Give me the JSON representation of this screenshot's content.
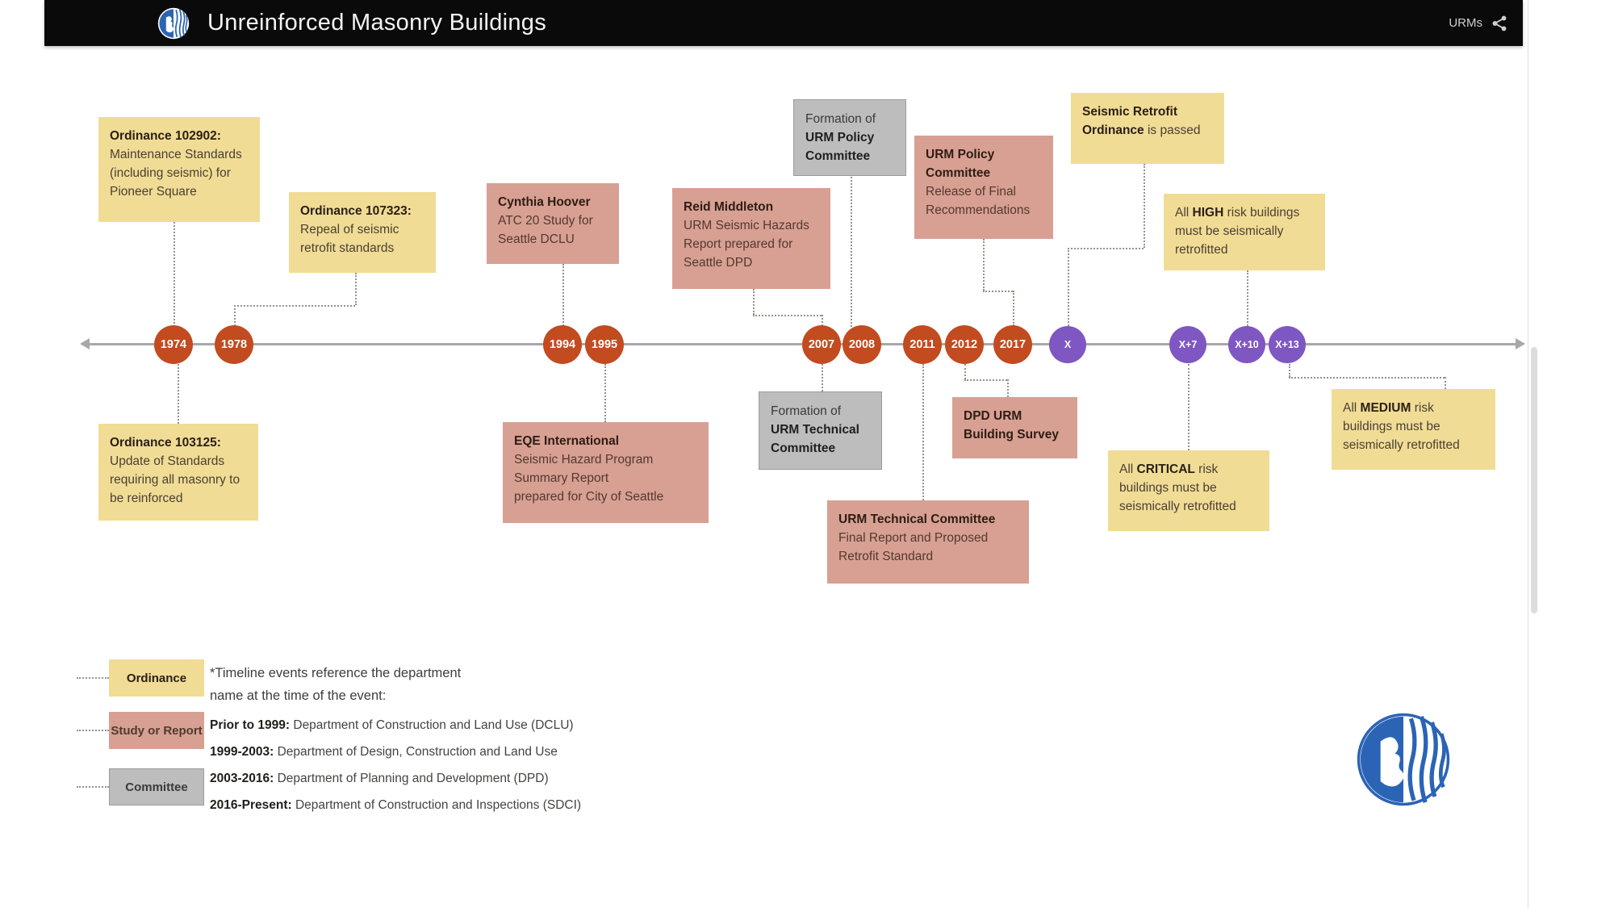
{
  "header": {
    "title": "Unreinforced Masonry Buildings",
    "right_label": "URMs",
    "bg_color": "#0a0a0a"
  },
  "colors": {
    "ordinance": "#f1dc95",
    "study_or_report": "#d7a093",
    "committee": "#bdbdbd",
    "year_node": "#c24b20",
    "future_node": "#7e57c2",
    "seattle_blue": "#2b64b5"
  },
  "timeline": {
    "nodes": [
      {
        "label": "1974",
        "type": "year"
      },
      {
        "label": "1978",
        "type": "year"
      },
      {
        "label": "1994",
        "type": "year"
      },
      {
        "label": "1995",
        "type": "year"
      },
      {
        "label": "2007",
        "type": "year"
      },
      {
        "label": "2008",
        "type": "year"
      },
      {
        "label": "2011",
        "type": "year"
      },
      {
        "label": "2012",
        "type": "year"
      },
      {
        "label": "2017",
        "type": "year"
      },
      {
        "label": "X",
        "type": "future"
      },
      {
        "label": "X+7",
        "type": "future"
      },
      {
        "label": "X+10",
        "type": "future"
      },
      {
        "label": "X+13",
        "type": "future"
      }
    ]
  },
  "events": {
    "ord102902": {
      "category": "ordinance",
      "segments": [
        {
          "t": "Ordinance 102902:",
          "b": true
        },
        {
          "t": "\nMaintenance Standards (including seismic) for Pioneer Square"
        }
      ]
    },
    "ord107323": {
      "category": "ordinance",
      "segments": [
        {
          "t": "Ordinance 107323:",
          "b": true
        },
        {
          "t": "\nRepeal of seismic retrofit standards"
        }
      ]
    },
    "hoover": {
      "category": "study",
      "segments": [
        {
          "t": "Cynthia Hoover",
          "b": true
        },
        {
          "t": "\nATC 20 Study for Seattle DCLU"
        }
      ]
    },
    "reid": {
      "category": "study",
      "segments": [
        {
          "t": "Reid Middleton",
          "b": true
        },
        {
          "t": "\nURM Seismic Hazards Report prepared for Seattle DPD"
        }
      ]
    },
    "policy_formation": {
      "category": "committee",
      "segments": [
        {
          "t": "Formation of\n"
        },
        {
          "t": "URM Policy Committee",
          "b": true
        }
      ]
    },
    "policy_release": {
      "category": "study",
      "segments": [
        {
          "t": "URM Policy Committee",
          "b": true
        },
        {
          "t": "\nRelease of Final Recommendations"
        }
      ]
    },
    "seismic_ordinance": {
      "category": "ordinance",
      "segments": [
        {
          "t": "Seismic Retrofit Ordinance",
          "b": true
        },
        {
          "t": " is passed"
        }
      ]
    },
    "high_risk": {
      "category": "ordinance",
      "segments": [
        {
          "t": "All "
        },
        {
          "t": "HIGH",
          "b": true
        },
        {
          "t": " risk buildings must be seismically retrofitted"
        }
      ]
    },
    "ord103125": {
      "category": "ordinance",
      "segments": [
        {
          "t": "Ordinance 103125:",
          "b": true
        },
        {
          "t": "\nUpdate of Standards requiring all masonry to be reinforced"
        }
      ]
    },
    "eqe": {
      "category": "study",
      "segments": [
        {
          "t": "EQE International",
          "b": true
        },
        {
          "t": "\nSeismic Hazard Program\nSummary Report\nprepared for City of Seattle"
        }
      ]
    },
    "tech_formation": {
      "category": "committee",
      "segments": [
        {
          "t": "Formation of\n"
        },
        {
          "t": "URM Technical Committee",
          "b": true
        }
      ]
    },
    "dpd_survey": {
      "category": "study",
      "segments": [
        {
          "t": "DPD URM\nBuilding Survey",
          "b": true
        }
      ]
    },
    "tech_final": {
      "category": "study",
      "segments": [
        {
          "t": "URM Technical Committee",
          "b": true
        },
        {
          "t": "\nFinal Report and Proposed Retrofit Standard"
        }
      ]
    },
    "critical_risk": {
      "category": "ordinance",
      "segments": [
        {
          "t": "All "
        },
        {
          "t": "CRITICAL",
          "b": true
        },
        {
          "t": " risk buildings must be seismically retrofitted"
        }
      ]
    },
    "medium_risk": {
      "category": "ordinance",
      "segments": [
        {
          "t": "All "
        },
        {
          "t": "MEDIUM",
          "b": true
        },
        {
          "t": " risk buildings must be seismically retrofitted"
        }
      ]
    }
  },
  "legend": {
    "items": [
      {
        "label": "Ordinance",
        "category": "ordinance"
      },
      {
        "label": "Study or Report",
        "category": "study"
      },
      {
        "label": "Committee",
        "category": "committee"
      }
    ]
  },
  "footnote": {
    "intro": "*Timeline events reference the department name at the time of the event:",
    "entries": [
      {
        "period": "Prior to 1999:",
        "dept": " Department of Construction and Land Use (DCLU)"
      },
      {
        "period": "1999-2003:",
        "dept": " Department of Design, Construction and Land Use"
      },
      {
        "period": "2003-2016:",
        "dept": " Department of Planning and Development (DPD)"
      },
      {
        "period": "2016-Present:",
        "dept": " Department of Construction and Inspections (SDCI)"
      }
    ]
  }
}
